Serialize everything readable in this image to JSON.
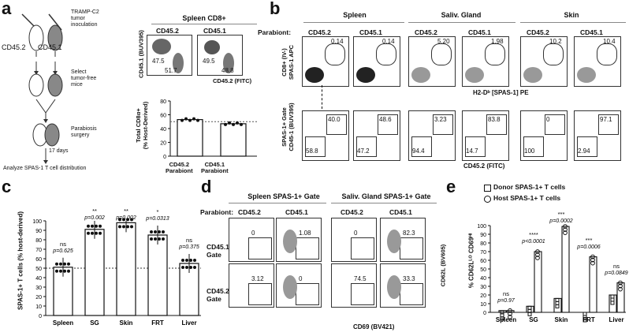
{
  "panel_a": {
    "letter": "a",
    "cd452": "CD45.2",
    "cd451": "CD45.1",
    "tramp": "TRAMP-C2\ntumor\ninoculation",
    "select": "Select\ntumor-free\nmice",
    "parabiosis": "Parabiosis\nsurgery",
    "days": "17 days",
    "analyze": "Analyze SPAS-1 T cell distribution",
    "flow_title": "Spleen CD8+",
    "flow_cols": [
      "CD45.2",
      "CD45.1"
    ],
    "flow_vals": [
      "47.5",
      "51.7",
      "49.5",
      "48.8"
    ],
    "flow_ylabel": "CD45.1 (BUV395)",
    "flow_xlabel": "CD45.2 (FITC)",
    "bar_ylabel": "Total CD8α+\n(% Host-Derived)",
    "bar_yticks": [
      "0",
      "20",
      "40",
      "60",
      "80"
    ],
    "bar_cats": [
      "CD45.2\nParabiont",
      "CD45.1\nParabiont"
    ]
  },
  "panel_b": {
    "letter": "b",
    "parabiont": "Parabiont:",
    "groups": [
      "Spleen",
      "Saliv. Gland",
      "Skin"
    ],
    "cols": [
      "CD45.2",
      "CD45.1",
      "CD45.2",
      "CD45.1",
      "CD45.2",
      "CD45.1"
    ],
    "top_vals": [
      "0.14",
      "0.14",
      "5.20",
      "1.98",
      "10.2",
      "10.4"
    ],
    "bot_tr": [
      "40.0",
      "48.6",
      "3.23",
      "83.8",
      "0",
      "97.1"
    ],
    "bot_bl": [
      "58.8",
      "47.2",
      "94.4",
      "14.7",
      "100",
      "2.94"
    ],
    "top_ylabel": "CD8+ (IV-)\nSPAS-1 APC",
    "top_xlabel": "H2-Dᵇ [SPAS-1] PE",
    "bot_ylabel": "SPAS-1+ Gate\nCD45-1 (BUV395)",
    "bot_xlabel": "CD45.2 (FITC)"
  },
  "panel_c": {
    "letter": "c",
    "ylabel": "SPAS-1+ T cells (% host-derived)",
    "yticks": [
      "0",
      "10",
      "20",
      "30",
      "40",
      "50",
      "60",
      "70",
      "80",
      "90",
      "100"
    ],
    "ns1": "ns",
    "p1": "p=0.625",
    "sig": [
      "**",
      "**",
      "*",
      "ns"
    ],
    "pvals": [
      "p=0.002",
      "p=0.002",
      "p=0.0313",
      "p=0.375"
    ]
  },
  "panel_d": {
    "letter": "d",
    "groups": [
      "Spleen SPAS-1+ Gate",
      "Saliv. Gland SPAS-1+ Gate"
    ],
    "parabiont": "Parabiont:",
    "cols": [
      "CD45.2",
      "CD45.1",
      "CD45.2",
      "CD45.1"
    ],
    "rows": [
      "CD45.1+\nGate",
      "CD45.2+\nGate"
    ],
    "vals_top": [
      "0",
      "1.08",
      "0",
      "82.3"
    ],
    "vals_bot": [
      "3.12",
      "0",
      "74.5",
      "33.3"
    ],
    "ylabel": "CD62L (BV605)",
    "xlabel": "CD69 (BV421)"
  },
  "panel_e": {
    "letter": "e",
    "legend": [
      "Donor SPAS-1+ T cells",
      "Host SPAS-1+ T cells"
    ],
    "ylabel": "% CD62Lᴸᴼ CD69ᴴᴵ",
    "yticks": [
      "0",
      "10",
      "20",
      "30",
      "40",
      "50",
      "60",
      "70",
      "80",
      "90",
      "100"
    ],
    "sig": [
      "ns",
      "****",
      "***",
      "***",
      "ns"
    ],
    "pvals": [
      "p=0.97",
      "p<0.0001",
      "p=0.0002",
      "p=0.0006",
      "p=0.0849"
    ]
  },
  "chart_data": [
    {
      "type": "bar",
      "panel": "a",
      "categories": [
        "CD45.2 Parabiont",
        "CD45.1 Parabiont"
      ],
      "values": [
        53,
        47
      ],
      "ylabel": "Total CD8α+ (% Host-Derived)",
      "ylim": [
        0,
        80
      ],
      "reference_line": 50
    },
    {
      "type": "bar",
      "panel": "c",
      "categories": [
        "Spleen",
        "SG",
        "Skin",
        "FRT",
        "Liver"
      ],
      "values": [
        51,
        91,
        98,
        85,
        55
      ],
      "ylabel": "SPAS-1+ T cells (% host-derived)",
      "ylim": [
        0,
        100
      ],
      "reference_line": 50
    },
    {
      "type": "bar",
      "panel": "e",
      "categories": [
        "Spleen",
        "SG",
        "Skin",
        "FRT",
        "Liver"
      ],
      "series": [
        {
          "name": "Donor SPAS-1+ T cells",
          "values": [
            2,
            7,
            16,
            0,
            20
          ]
        },
        {
          "name": "Host SPAS-1+ T cells",
          "values": [
            2,
            70,
            99,
            64,
            34
          ]
        }
      ],
      "ylabel": "% CD62L LO CD69 HI",
      "ylim": [
        0,
        100
      ]
    }
  ],
  "colors": {
    "bar_fill": "#ffffff",
    "stroke": "#111111",
    "contour_grey": "#9a9a9a",
    "dot": "#111111"
  }
}
